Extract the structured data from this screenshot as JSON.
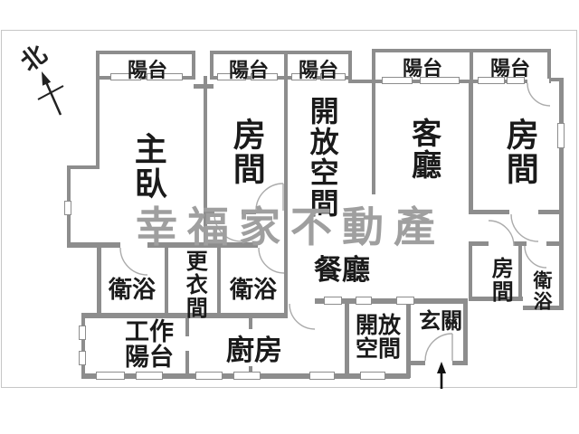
{
  "compass": {
    "label": "北"
  },
  "watermark": {
    "text": "幸福家不動產",
    "color": "#9f9f9f"
  },
  "rooms": {
    "balconies": [
      "陽台",
      "陽台",
      "陽台",
      "陽台",
      "陽台"
    ],
    "master_bedroom": "主臥",
    "bedroom_2": "房間",
    "open_space_top": "開放空間",
    "living_room": "客廳",
    "bedroom_3": "房間",
    "dining_room": "餐廳",
    "bathroom_1": "衛浴",
    "dressing_room": "更衣間",
    "bathroom_2": "衛浴",
    "work_balcony": "工作陽台",
    "kitchen": "廚房",
    "open_space_bottom": "開放空間",
    "entrance_hall": "玄關",
    "bedroom_4": "房間",
    "bathroom_4": "衛浴"
  },
  "colors": {
    "wall": "#8d8d8d",
    "watermark": "#9f9f9f",
    "frame": "#c6c6c6"
  }
}
